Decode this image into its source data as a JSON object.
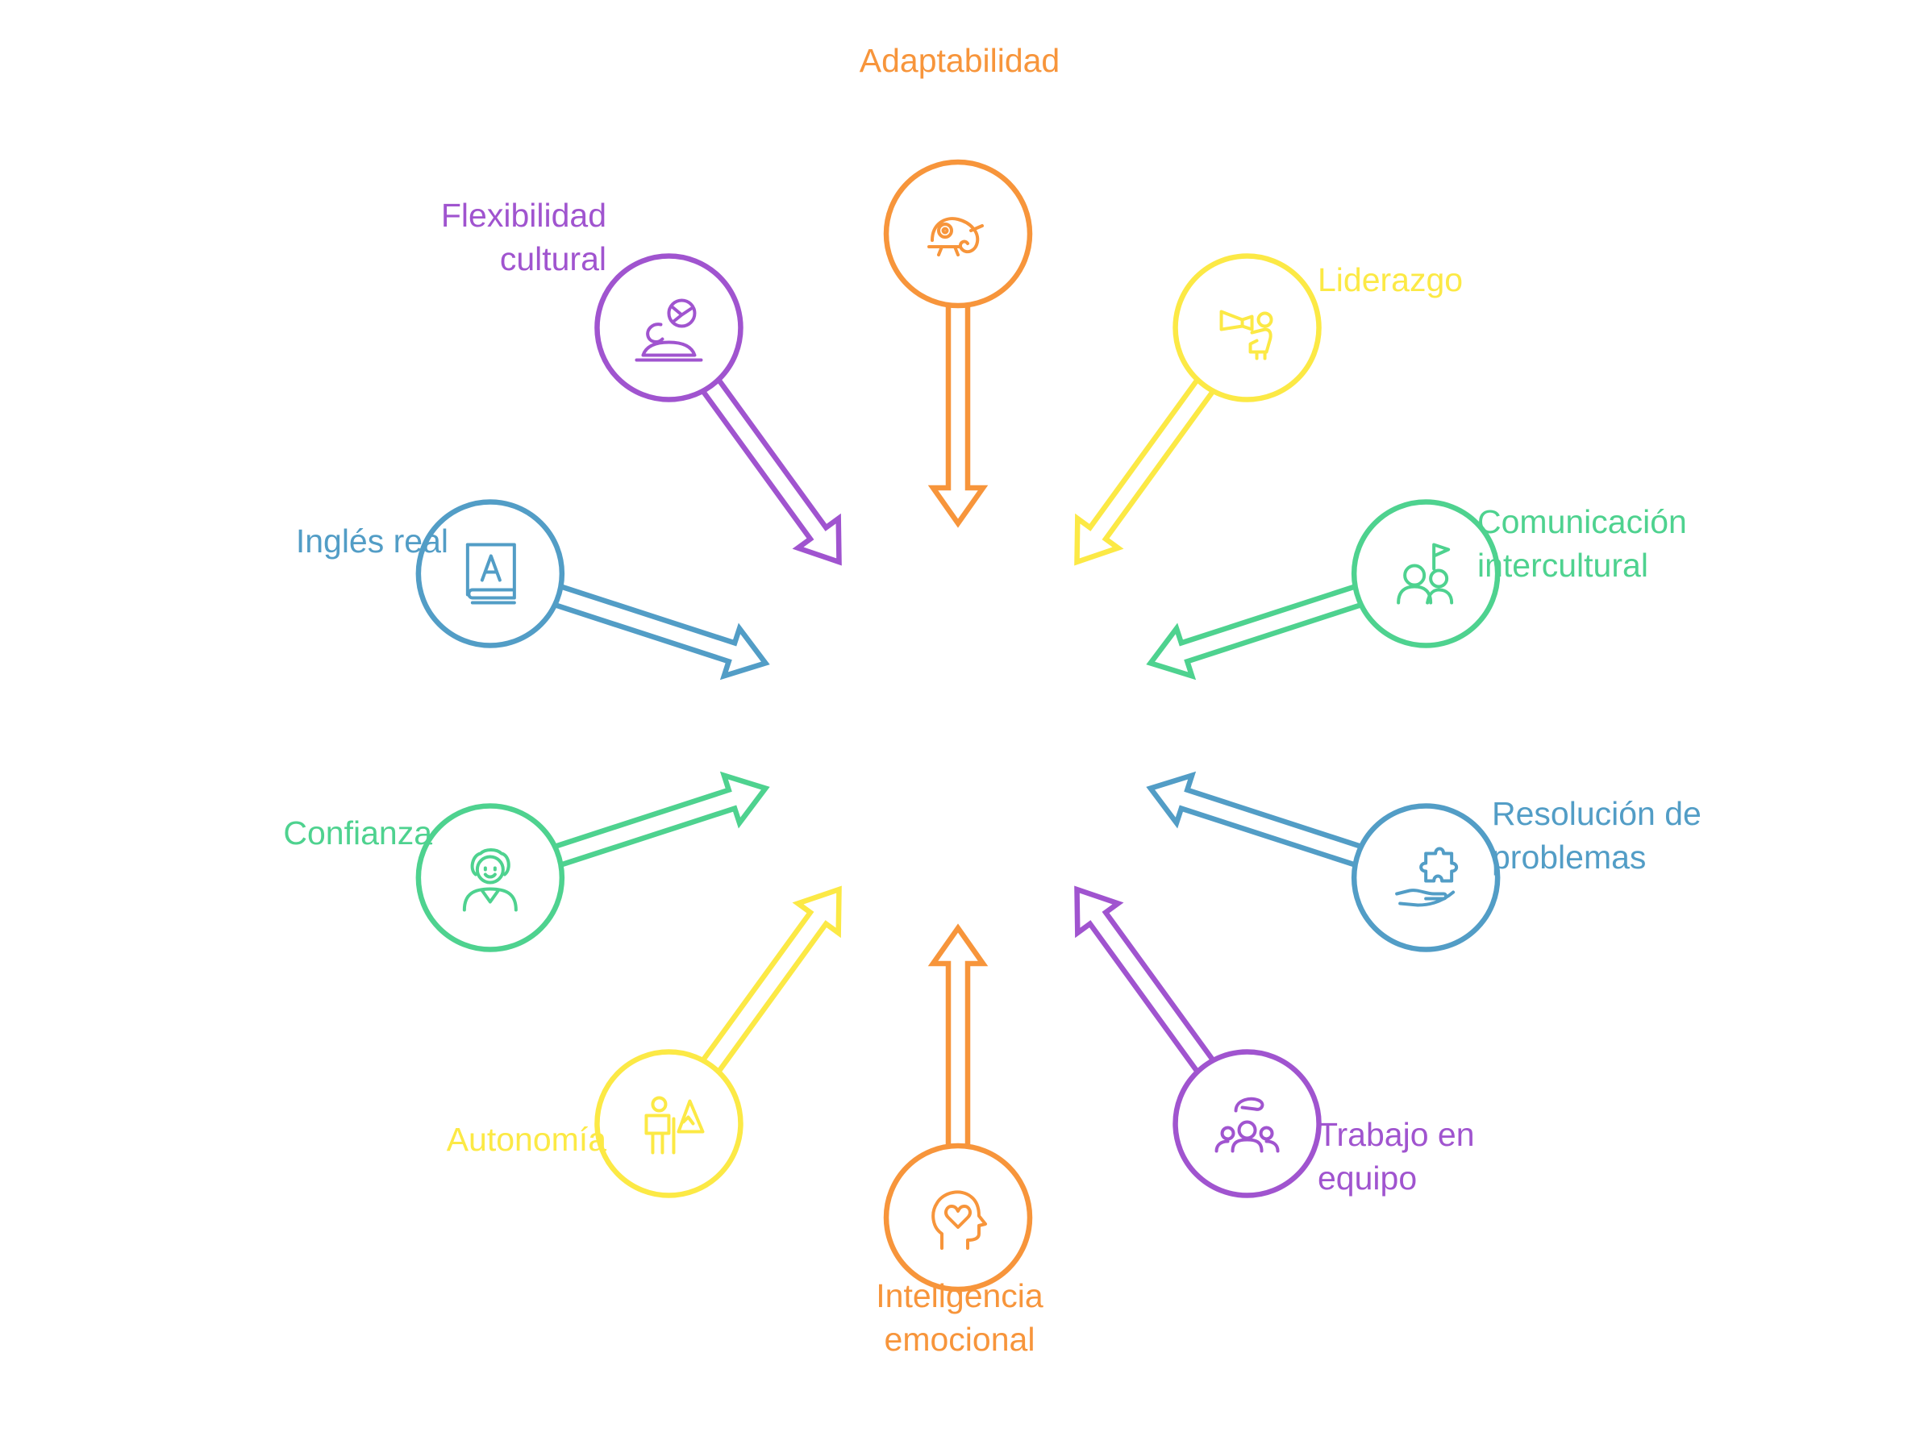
{
  "colors": {
    "orange": "#F7953B",
    "yellow": "#FCE945",
    "green": "#4ED28F",
    "blue": "#529DC6",
    "purple": "#A054CF"
  },
  "nodes": [
    {
      "id": "adaptabilidad",
      "lines": [
        "Adaptabilidad"
      ],
      "color": "#F7953B",
      "icon": "chameleon-icon"
    },
    {
      "id": "liderazgo",
      "lines": [
        "Liderazgo"
      ],
      "color": "#FCE945",
      "icon": "megaphone-person-icon"
    },
    {
      "id": "comunicacion",
      "lines": [
        "Comunicación",
        "intercultural"
      ],
      "color": "#4ED28F",
      "icon": "people-flag-icon"
    },
    {
      "id": "resolucion",
      "lines": [
        "Resolución de",
        "problemas"
      ],
      "color": "#529DC6",
      "icon": "puzzle-hand-icon"
    },
    {
      "id": "trabajo",
      "lines": [
        "Trabajo en",
        "equipo"
      ],
      "color": "#A054CF",
      "icon": "team-hand-icon"
    },
    {
      "id": "inteligencia",
      "lines": [
        "Inteligencia",
        "emocional"
      ],
      "color": "#F7953B",
      "icon": "head-heart-icon"
    },
    {
      "id": "autonomia",
      "lines": [
        "Autonomía"
      ],
      "color": "#FCE945",
      "icon": "hiker-mountain-icon"
    },
    {
      "id": "confianza",
      "lines": [
        "Confianza"
      ],
      "color": "#4ED28F",
      "icon": "confident-person-icon"
    },
    {
      "id": "ingles",
      "lines": [
        "Inglés real"
      ],
      "color": "#529DC6",
      "icon": "book-letter-a-icon"
    },
    {
      "id": "flexibilidad",
      "lines": [
        "Flexibilidad",
        "cultural"
      ],
      "color": "#A054CF",
      "icon": "person-globe-icon"
    }
  ]
}
